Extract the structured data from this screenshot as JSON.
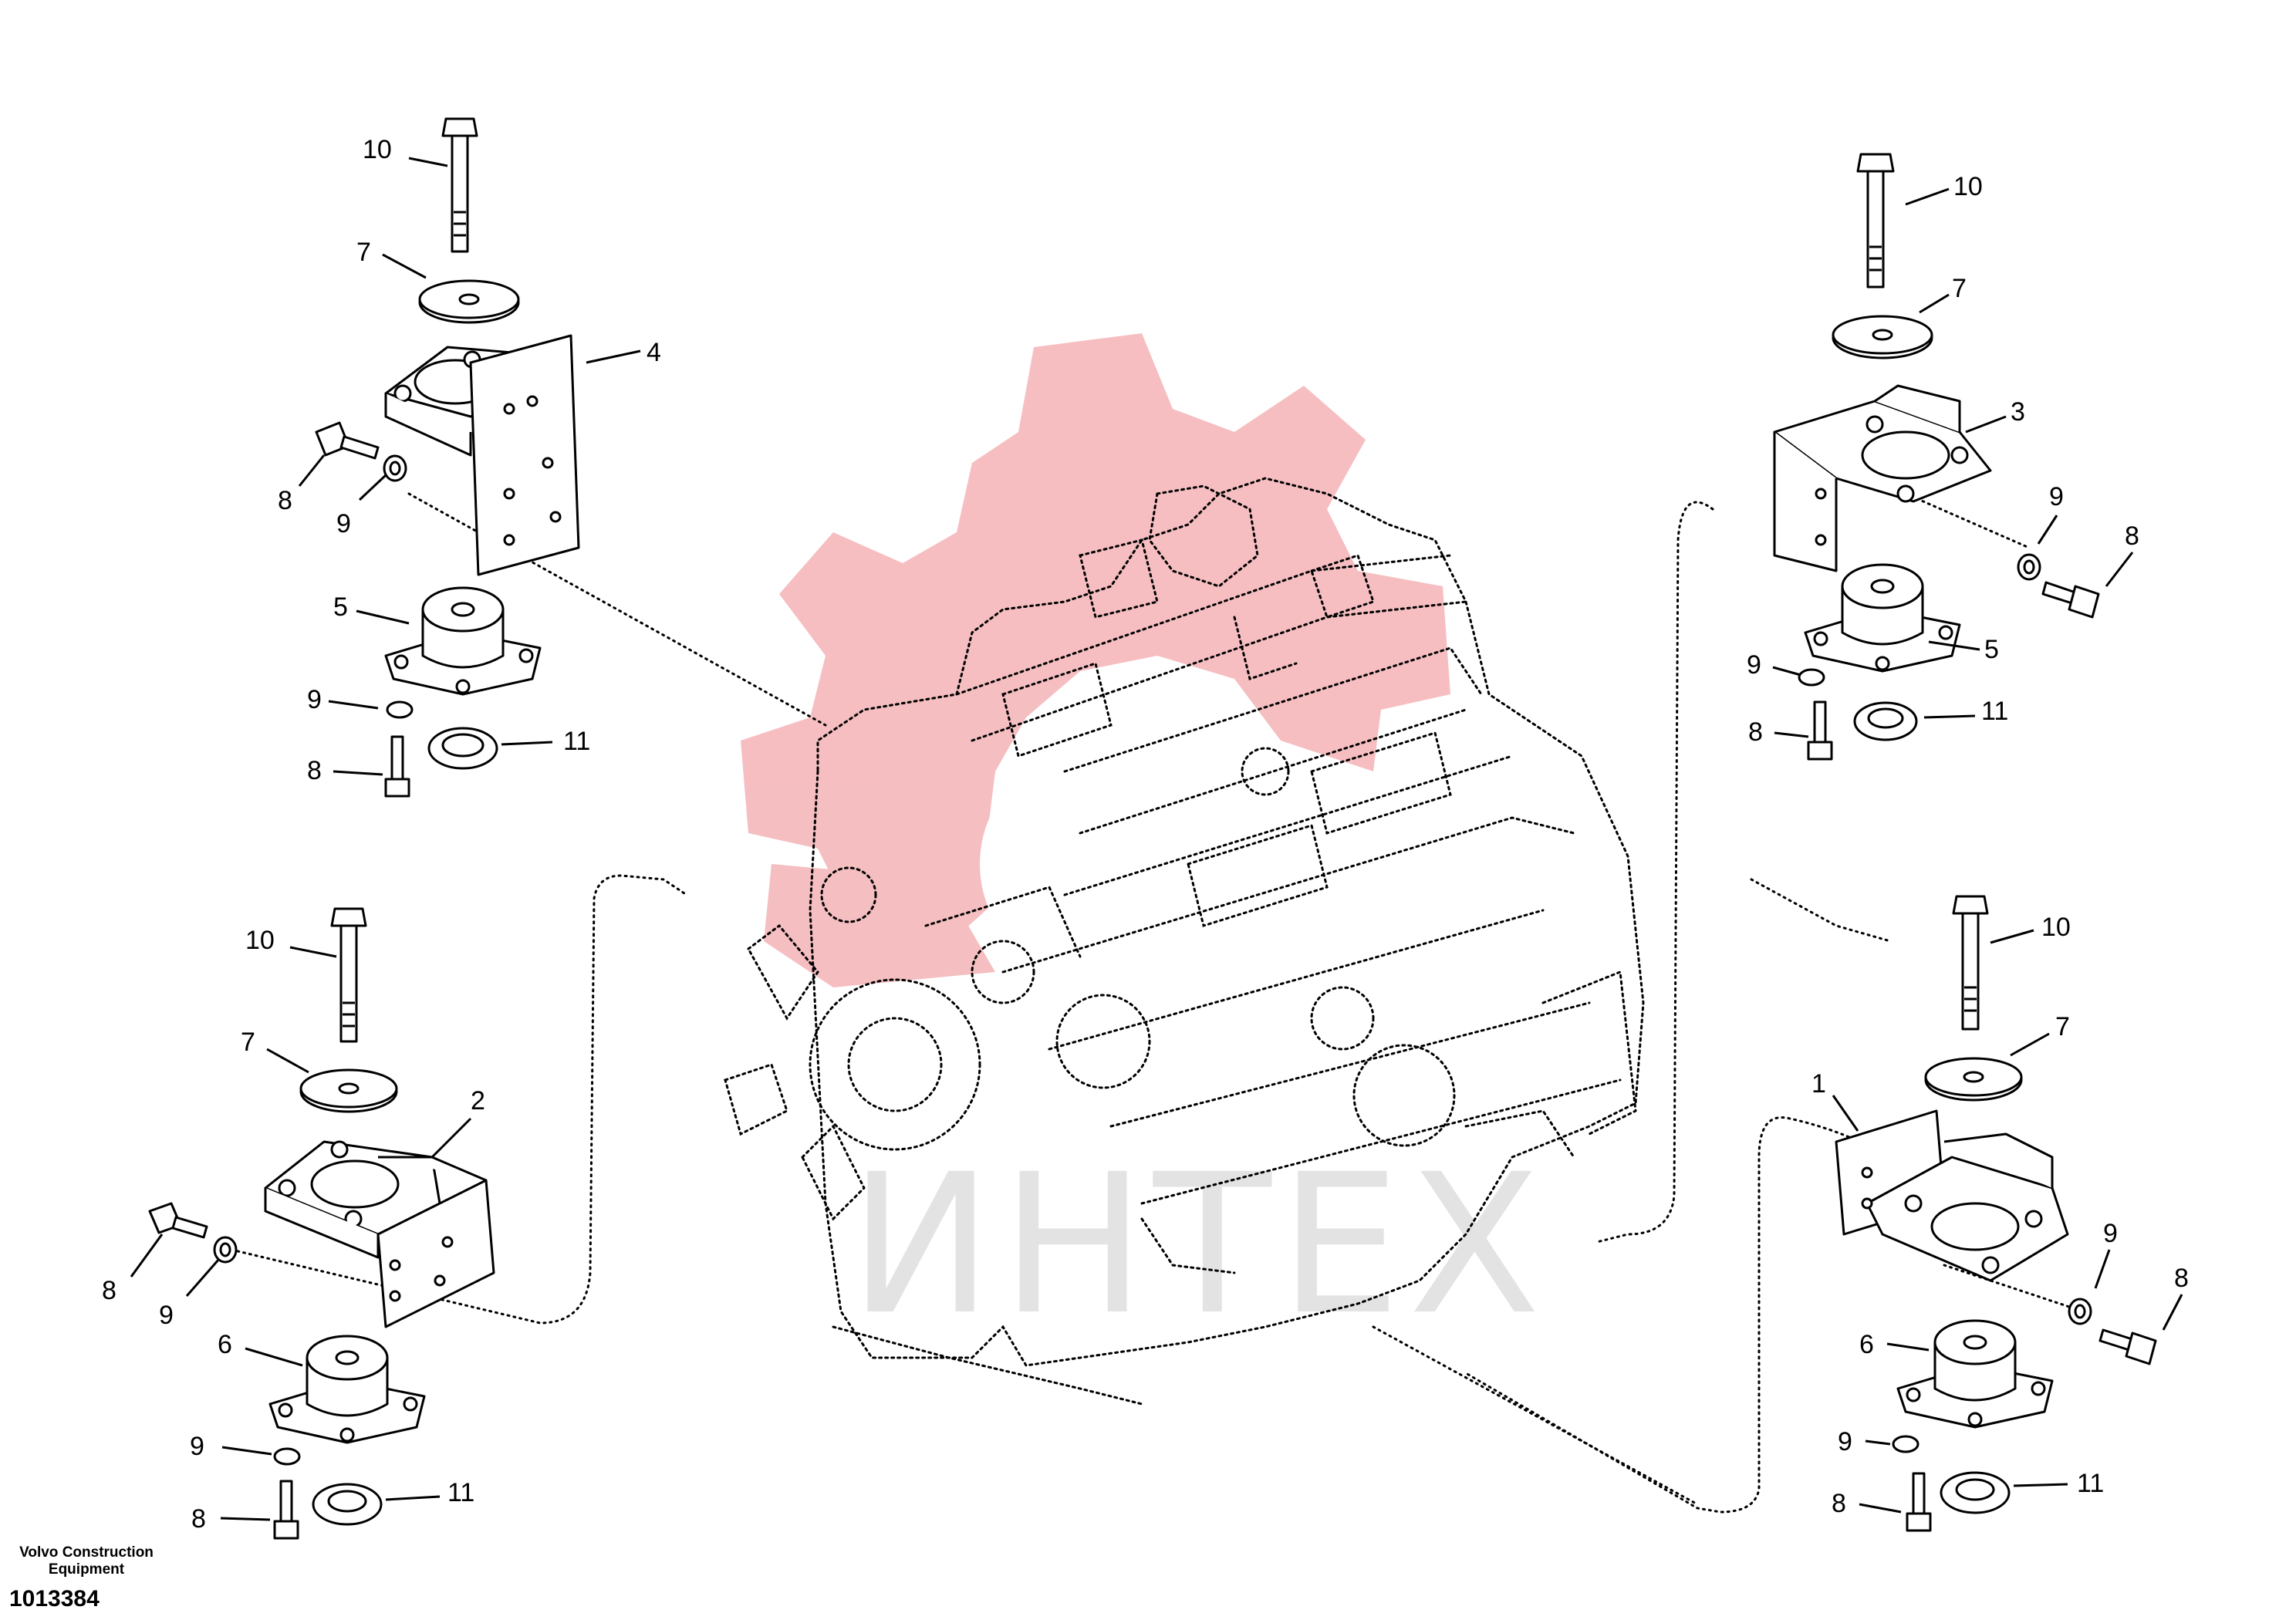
{
  "footer": {
    "company": "Volvo Construction Equipment",
    "document_number": "1013384"
  },
  "watermark": {
    "text": "ИНТЕХ",
    "gear_color": "#f4b3b6",
    "text_color": "#e3e3e3"
  },
  "callouts": {
    "tl": {
      "bolt_long": "10",
      "washer": "7",
      "bracket": "4",
      "bolt_small": "8",
      "lock_washer": "9",
      "mount": "5",
      "lock_washer_lower": "9",
      "bolt_lower": "8",
      "spacer": "11"
    },
    "tr": {
      "bolt_long": "10",
      "washer": "7",
      "bracket": "3",
      "lock_washer": "9",
      "bolt_small": "8",
      "mount": "5",
      "lock_washer_lower": "9",
      "spacer": "11",
      "bolt_lower": "8"
    },
    "bl": {
      "bolt_long": "10",
      "washer": "7",
      "bracket": "2",
      "bolt_small": "8",
      "lock_washer": "9",
      "mount": "6",
      "lock_washer_lower": "9",
      "spacer": "11",
      "bolt_lower": "8"
    },
    "br": {
      "bolt_long": "10",
      "washer": "7",
      "bracket": "1",
      "lock_washer": "9",
      "bolt_small": "8",
      "mount": "6",
      "lock_washer_lower": "9",
      "spacer": "11",
      "bolt_lower": "8"
    }
  }
}
